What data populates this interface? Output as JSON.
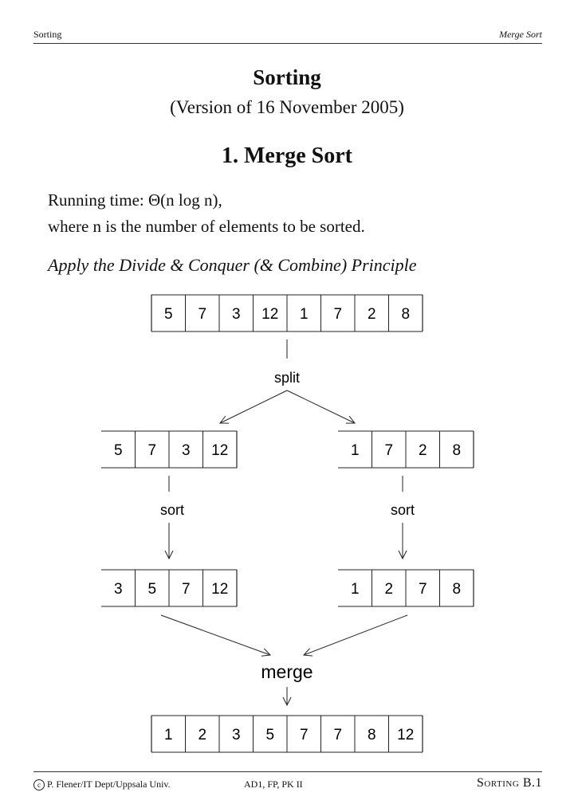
{
  "header": {
    "left": "Sorting",
    "right": "Merge Sort"
  },
  "title": "Sorting",
  "subtitle": "(Version of 16 November 2005)",
  "section_title": "1.  Merge Sort",
  "body": {
    "running_time": "Running time: Θ(n log n),",
    "where": "where n is the number of elements to be sorted.",
    "principle": "Apply the Divide & Conquer (& Combine) Principle"
  },
  "diagram": {
    "input": [
      "5",
      "7",
      "3",
      "12",
      "1",
      "7",
      "2",
      "8"
    ],
    "split_label": "split",
    "left_half": [
      "5",
      "7",
      "3",
      "12"
    ],
    "right_half": [
      "1",
      "7",
      "2",
      "8"
    ],
    "sort_label": "sort",
    "left_sorted": [
      "3",
      "5",
      "7",
      "12"
    ],
    "right_sorted": [
      "1",
      "2",
      "7",
      "8"
    ],
    "merge_label": "merge",
    "output": [
      "1",
      "2",
      "3",
      "5",
      "7",
      "7",
      "8",
      "12"
    ]
  },
  "footer": {
    "copyright_symbol": "c",
    "left": "P. Flener/IT Dept/Uppsala Univ.",
    "middle": "AD1, FP, PK II",
    "right": "Sorting B.1"
  }
}
